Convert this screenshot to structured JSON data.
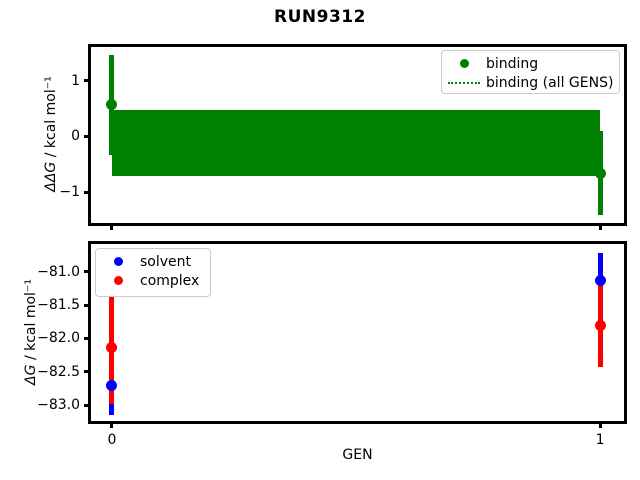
{
  "title": "RUN9312",
  "chart_data": [
    {
      "type": "scatter",
      "subplot": "top",
      "ylabel_math": "ΔΔG",
      "ylabel_rest": " / kcal mol⁻¹",
      "xlim": [
        -0.043,
        1.049
      ],
      "ylim": [
        -1.55,
        1.6
      ],
      "x": [
        0,
        1
      ],
      "series": [
        {
          "name": "binding",
          "color": "#008000",
          "marker": "circle",
          "y": [
            0.57,
            -0.66
          ],
          "err_low": [
            -0.33,
            -1.4
          ],
          "err_high": [
            1.46,
            0.09
          ]
        }
      ],
      "band": {
        "label": "binding (all GENS)",
        "color": "#008000",
        "line_style": "dotted",
        "x_range": [
          0,
          1
        ],
        "y_low": -0.71,
        "y_high": 0.48,
        "y_center": -0.12
      },
      "yticks": [
        {
          "v": 1,
          "label": "1"
        },
        {
          "v": 0,
          "label": "0"
        },
        {
          "v": -1,
          "label": "−1"
        }
      ],
      "xticks": [
        {
          "v": 0,
          "label": ""
        },
        {
          "v": 1,
          "label": ""
        }
      ],
      "legend": {
        "position": "upper-right",
        "entries": [
          {
            "label": "binding",
            "marker": "dot",
            "color": "#008000"
          },
          {
            "label": "binding (all GENS)",
            "marker": "dotted-line",
            "color": "#008000"
          }
        ]
      },
      "grid": false
    },
    {
      "type": "scatter",
      "subplot": "bottom",
      "ylabel_math": "ΔG",
      "ylabel_rest": " / kcal mol⁻¹",
      "xlabel": "GEN",
      "xlim": [
        -0.043,
        1.049
      ],
      "ylim": [
        -83.24,
        -80.58
      ],
      "x": [
        0,
        1
      ],
      "series": [
        {
          "name": "solvent",
          "color": "#0000ff",
          "marker": "circle",
          "y": [
            -82.7,
            -81.13
          ],
          "err_low": [
            -83.15,
            -81.55
          ],
          "err_high": [
            -82.33,
            -80.71
          ]
        },
        {
          "name": "complex",
          "color": "#ff0000",
          "marker": "circle",
          "y": [
            -82.13,
            -81.81
          ],
          "err_low": [
            -82.98,
            -82.43
          ],
          "err_high": [
            -81.38,
            -81.19
          ]
        }
      ],
      "yticks": [
        {
          "v": -81.0,
          "label": "−81.0"
        },
        {
          "v": -81.5,
          "label": "−81.5"
        },
        {
          "v": -82.0,
          "label": "−82.0"
        },
        {
          "v": -82.5,
          "label": "−82.5"
        },
        {
          "v": -83.0,
          "label": "−83.0"
        }
      ],
      "xticks": [
        {
          "v": 0,
          "label": "0"
        },
        {
          "v": 1,
          "label": "1"
        }
      ],
      "legend": {
        "position": "upper-left",
        "entries": [
          {
            "label": "solvent",
            "marker": "dot",
            "color": "#0000ff"
          },
          {
            "label": "complex",
            "marker": "dot",
            "color": "#ff0000"
          }
        ]
      },
      "grid": false
    }
  ]
}
